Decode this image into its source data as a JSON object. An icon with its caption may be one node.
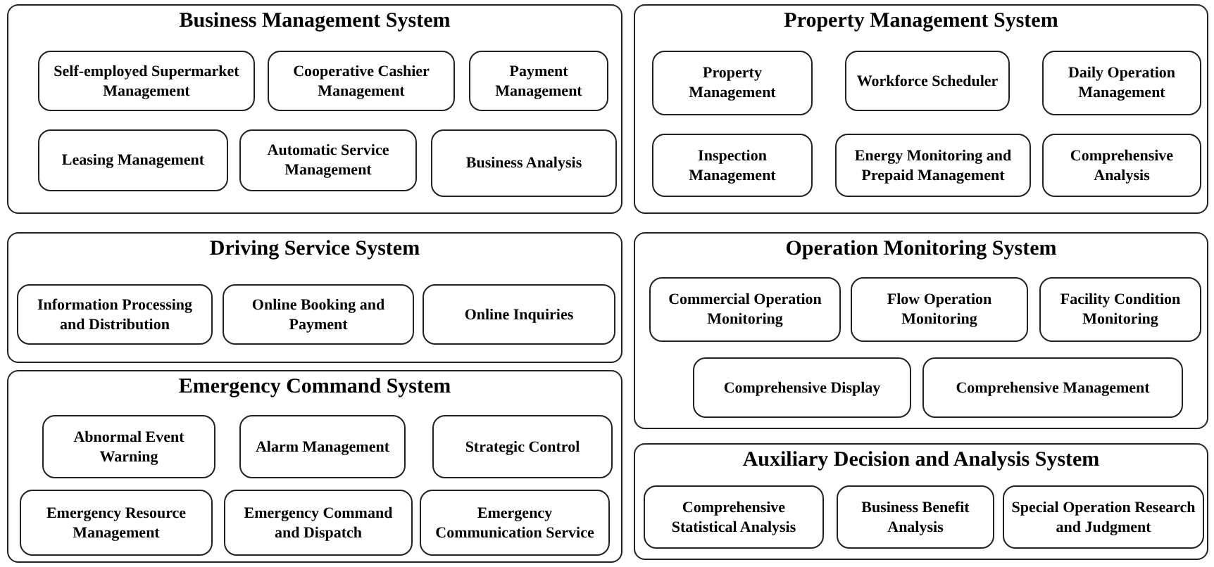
{
  "diagram": {
    "nodes": [
      {
        "text": [
          "Business Management System"
        ]
      },
      {
        "text": [
          "Self-employed Supermarket Management"
        ],
        "in": 0
      },
      {
        "text": [
          "Cooperative Cashier Management"
        ],
        "in": 0
      },
      {
        "text": [
          "Payment Management"
        ],
        "in": 0
      },
      {
        "text": [
          "Leasing Management"
        ],
        "in": 0
      },
      {
        "text": [
          "Automatic Service Management"
        ],
        "in": 0
      },
      {
        "text": [
          "Business Analysis"
        ],
        "in": 0
      },
      {
        "text": [
          "Property Management System"
        ]
      },
      {
        "text": [
          "Property Management"
        ],
        "in": 7
      },
      {
        "text": [
          "Workforce Scheduler"
        ],
        "in": 7
      },
      {
        "text": [
          "Daily Operation Management"
        ],
        "in": 7
      },
      {
        "text": [
          "Inspection Management"
        ],
        "in": 7
      },
      {
        "text": [
          "Energy Monitoring and Prepaid Management"
        ],
        "in": 7
      },
      {
        "text": [
          "Comprehensive Analysis"
        ],
        "in": 7
      },
      {
        "text": [
          "Driving Service System"
        ]
      },
      {
        "text": [
          "Information Processing and Distribution"
        ],
        "in": 14
      },
      {
        "text": [
          "Online Booking and Payment"
        ],
        "in": 14
      },
      {
        "text": [
          "Online Inquiries"
        ],
        "in": 14
      },
      {
        "text": [
          "Operation Monitoring System"
        ]
      },
      {
        "text": [
          "Commercial Operation Monitoring"
        ],
        "in": 18
      },
      {
        "text": [
          "Flow Operation Monitoring"
        ],
        "in": 18
      },
      {
        "text": [
          "Facility Condition Monitoring"
        ],
        "in": 18
      },
      {
        "text": [
          "Comprehensive Display"
        ],
        "in": 18
      },
      {
        "text": [
          "Comprehensive Management"
        ],
        "in": 18
      },
      {
        "text": [
          "Emergency Command System"
        ]
      },
      {
        "text": [
          "Abnormal Event Warning"
        ],
        "in": 24
      },
      {
        "text": [
          "Alarm Management"
        ],
        "in": 24
      },
      {
        "text": [
          "Strategic Control"
        ],
        "in": 24
      },
      {
        "text": [
          "Emergency Resource Management"
        ],
        "in": 24
      },
      {
        "text": [
          "Emergency Command and Dispatch"
        ],
        "in": 24
      },
      {
        "text": [
          "Emergency Communication Service"
        ],
        "in": 24
      },
      {
        "text": [
          "Auxiliary Decision and Analysis System"
        ]
      },
      {
        "text": [
          "Comprehensive Statistical Analysis"
        ],
        "in": 31
      },
      {
        "text": [
          "Business Benefit Analysis"
        ],
        "in": 31
      },
      {
        "text": [
          "Special Operation Research and Judgment"
        ],
        "in": 31
      }
    ]
  }
}
